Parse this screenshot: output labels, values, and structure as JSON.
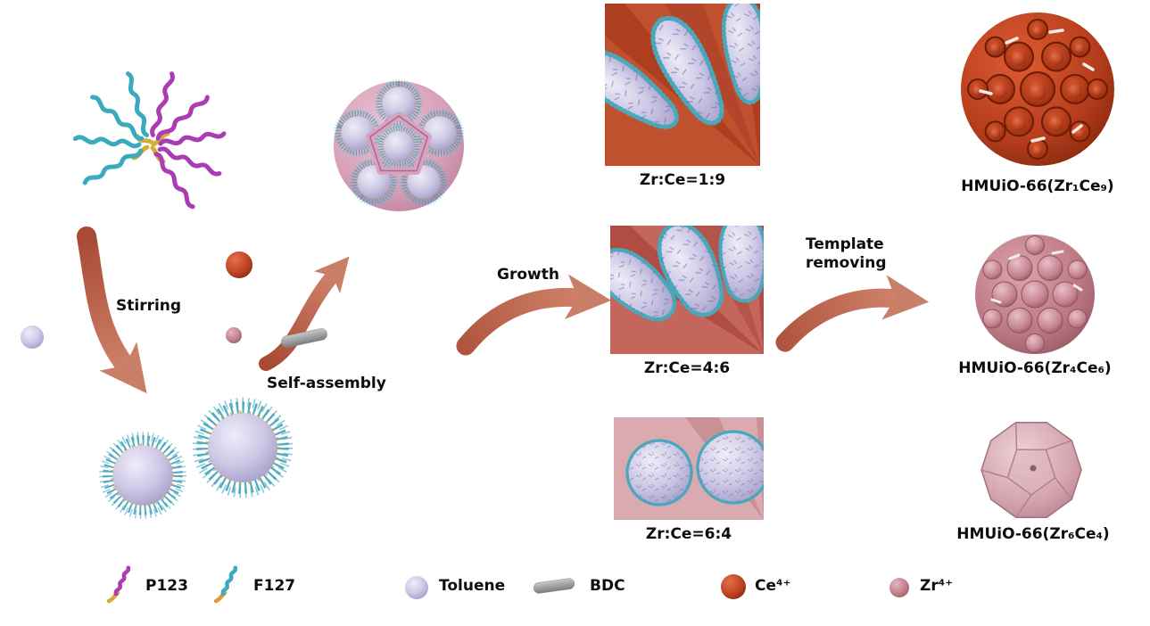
{
  "process": {
    "stirring": "Stirring",
    "self_assembly": "Self-assembly",
    "growth": "Growth",
    "template_removing": "Template removing"
  },
  "panels": [
    {
      "ratio": "Zr:Ce=1:9",
      "product": "HMUiO-66(Zr₁Ce₉)"
    },
    {
      "ratio": "Zr:Ce=4:6",
      "product": "HMUiO-66(Zr₄Ce₆)"
    },
    {
      "ratio": "Zr:Ce=6:4",
      "product": "HMUiO-66(Zr₆Ce₄)"
    }
  ],
  "legend": {
    "p123": "P123",
    "f127": "F127",
    "toluene": "Toluene",
    "bdc": "BDC",
    "ce": "Ce⁴⁺",
    "zr": "Zr⁴⁺"
  },
  "icons": {
    "p123": "magenta-polymer-squiggle",
    "f127": "cyan-polymer-squiggle",
    "toluene": "lavender-sphere",
    "bdc": "gray-rod",
    "ce": "red-sphere",
    "zr": "pink-sphere"
  },
  "colors": {
    "arrow_dark": "#a84a34",
    "arrow_light": "#cf8169",
    "ce_red": "#bf4524",
    "zr_pink": "#c3828e",
    "toluene_lavender": "#c9c5e2",
    "f127_cyan": "#3aaabe",
    "p123_magenta": "#ab3cb4",
    "template_pink": "#d6a0b8",
    "panel1_bg": "#c0512f",
    "panel2_bg": "#c4665c",
    "panel3_bg": "#d9abb1"
  }
}
